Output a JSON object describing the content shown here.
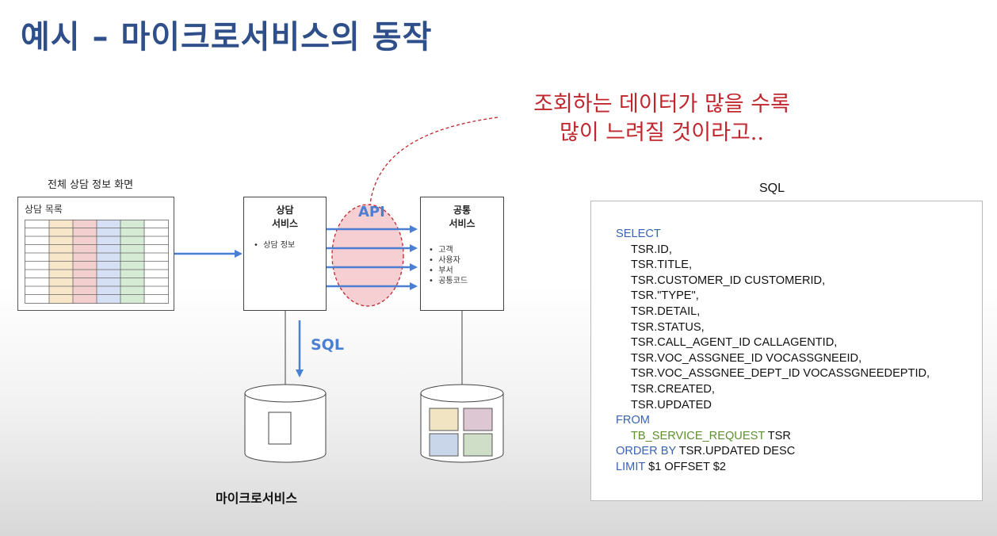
{
  "slide": {
    "title": "예시 – 마이크로서비스의 동작",
    "note_line1": "조회하는 데이터가 많을 수록",
    "note_line2": "많이 느려질 것이라고.."
  },
  "screen": {
    "title": "전체 상담 정보 화면",
    "list_label": "상담 목록",
    "column_colors": [
      "#f8e6c8",
      "#f4cfd0",
      "#d5e0f4",
      "#d5ebd3"
    ]
  },
  "consult_service": {
    "title_line1": "상담",
    "title_line2": "서비스",
    "items": [
      "상담 정보"
    ]
  },
  "common_service": {
    "title_line1": "공통",
    "title_line2": "서비스",
    "items": [
      "고객",
      "사용자",
      "부서",
      "공통코드"
    ]
  },
  "labels": {
    "api": "API",
    "sql": "SQL",
    "microservice": "마이크로서비스"
  },
  "colors": {
    "title": "#2f4f8a",
    "note": "#c0262d",
    "arrow": "#4a7fd4",
    "highlight_fill": "#f6cfd2",
    "sql_keyword": "#3a63b5",
    "sql_table": "#5e8f2f"
  },
  "sql_panel": {
    "title": "SQL",
    "kw_select": "SELECT",
    "columns": [
      "TSR.ID,",
      "TSR.TITLE,",
      "TSR.CUSTOMER_ID CUSTOMERID,",
      "TSR.\"TYPE\",",
      "TSR.DETAIL,",
      "TSR.STATUS,",
      "TSR.CALL_AGENT_ID CALLAGENTID,",
      "TSR.VOC_ASSGNEE_ID VOCASSGNEEID,",
      "TSR.VOC_ASSGNEE_DEPT_ID VOCASSGNEEDEPTID,",
      "TSR.CREATED,",
      "TSR.UPDATED"
    ],
    "kw_from": "FROM",
    "table_name": "TB_SERVICE_REQUEST",
    "table_alias": " TSR",
    "kw_order_by": "ORDER BY",
    "order_rest": " TSR.UPDATED DESC",
    "kw_limit": "LIMIT",
    "limit_rest": " $1 OFFSET $2"
  }
}
